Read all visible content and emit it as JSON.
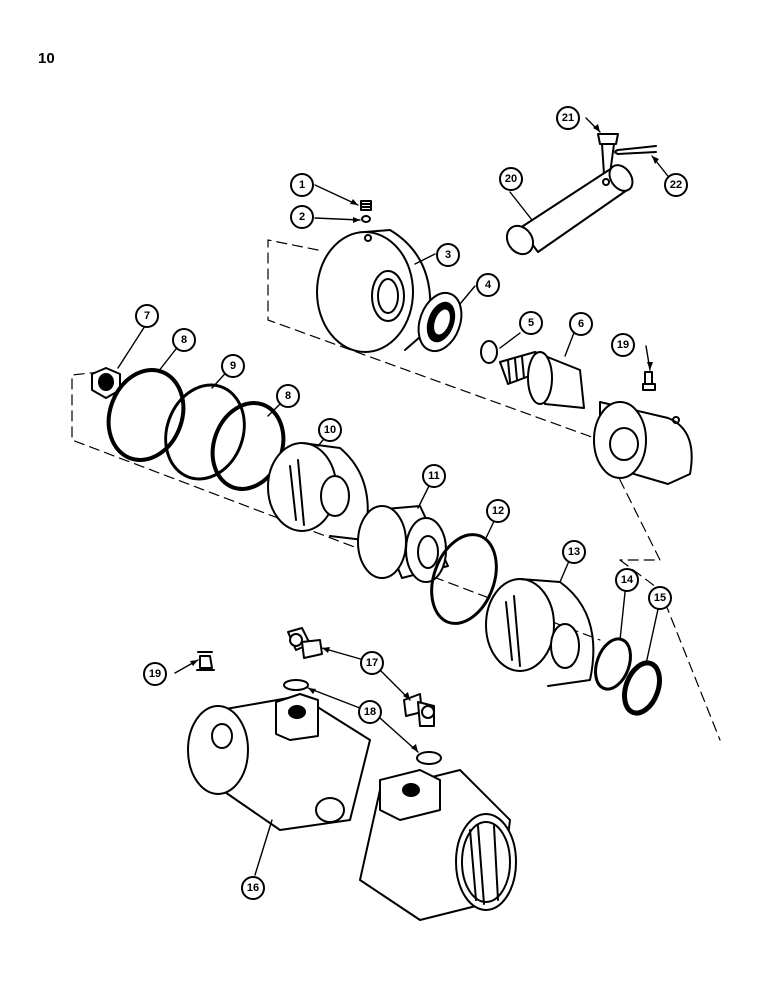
{
  "page": {
    "number": "10"
  },
  "callouts": [
    {
      "label": "1"
    },
    {
      "label": "2"
    },
    {
      "label": "3"
    },
    {
      "label": "4"
    },
    {
      "label": "5"
    },
    {
      "label": "6"
    },
    {
      "label": "7"
    },
    {
      "label": "8"
    },
    {
      "label": "9"
    },
    {
      "label": "8"
    },
    {
      "label": "10"
    },
    {
      "label": "11"
    },
    {
      "label": "12"
    },
    {
      "label": "13"
    },
    {
      "label": "14"
    },
    {
      "label": "15"
    },
    {
      "label": "16"
    },
    {
      "label": "17"
    },
    {
      "label": "18"
    },
    {
      "label": "19"
    },
    {
      "label": "19"
    },
    {
      "label": "20"
    },
    {
      "label": "21"
    },
    {
      "label": "22"
    }
  ]
}
